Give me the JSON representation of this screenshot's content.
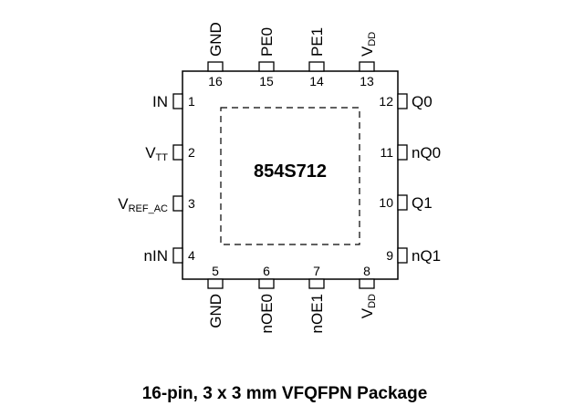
{
  "chip": {
    "part_number": "854S712",
    "caption": "16-pin, 3 x 3 mm VFQFPN Package"
  },
  "pins": {
    "left": [
      {
        "num": "1",
        "name": "IN",
        "sub": ""
      },
      {
        "num": "2",
        "name": "V",
        "sub": "TT"
      },
      {
        "num": "3",
        "name": "V",
        "sub": "REF_AC"
      },
      {
        "num": "4",
        "name": "nIN",
        "sub": ""
      }
    ],
    "bottom": [
      {
        "num": "5",
        "name": "GND",
        "sub": ""
      },
      {
        "num": "6",
        "name": "nOE0",
        "sub": ""
      },
      {
        "num": "7",
        "name": "nOE1",
        "sub": ""
      },
      {
        "num": "8",
        "name": "V",
        "sub": "DD"
      }
    ],
    "right": [
      {
        "num": "9",
        "name": "nQ1",
        "sub": ""
      },
      {
        "num": "10",
        "name": "Q1",
        "sub": ""
      },
      {
        "num": "11",
        "name": "nQ0",
        "sub": ""
      },
      {
        "num": "12",
        "name": "Q0",
        "sub": ""
      }
    ],
    "top": [
      {
        "num": "13",
        "name": "V",
        "sub": "DD"
      },
      {
        "num": "14",
        "name": "PE1",
        "sub": ""
      },
      {
        "num": "15",
        "name": "PE0",
        "sub": ""
      },
      {
        "num": "16",
        "name": "GND",
        "sub": ""
      }
    ]
  }
}
